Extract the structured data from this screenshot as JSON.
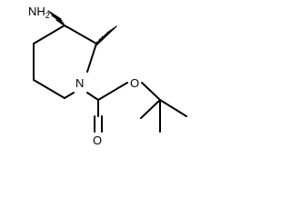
{
  "molecule": {
    "atoms": {
      "amine": "NH",
      "amine_sub": "2",
      "ring_nitrogen": "N",
      "carbonyl_oxygen": "O",
      "ester_oxygen": "O"
    },
    "colors": {
      "ink": "#000000",
      "background": "#ffffff"
    }
  }
}
